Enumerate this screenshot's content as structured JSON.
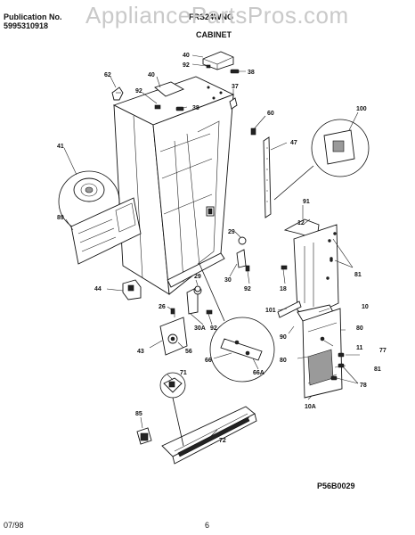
{
  "header": {
    "publication_label": "Publication No.",
    "publication_number": "5995310918",
    "model": "FRS24WNG",
    "section": "CABINET"
  },
  "watermark": "AppliancePartsPros.com",
  "diagram_code": "P56B0029",
  "footer": {
    "date": "07/98",
    "page": "6"
  },
  "callouts": {
    "c40a": "40",
    "c92a": "92",
    "c38a": "38",
    "c62": "62",
    "c40b": "40",
    "c92b": "92",
    "c38b": "38",
    "c37": "37",
    "c60": "60",
    "c47": "47",
    "c100": "100",
    "c41": "41",
    "c89": "89",
    "c91": "91",
    "c12": "12",
    "c81a": "81",
    "c29a": "29",
    "c30": "30",
    "c92c": "92",
    "c18": "18",
    "c44": "44",
    "c29b": "29",
    "c26": "26",
    "c30a": "30A",
    "c92d": "92",
    "c43": "43",
    "c56": "56",
    "c66": "66",
    "c66a": "66A",
    "c101": "101",
    "c10": "10",
    "c80a": "80",
    "c90": "90",
    "c11": "11",
    "c77": "77",
    "c81b": "81",
    "c80b": "80",
    "c78": "78",
    "c10a": "10A",
    "c71": "71",
    "c85": "85",
    "c72": "72"
  }
}
